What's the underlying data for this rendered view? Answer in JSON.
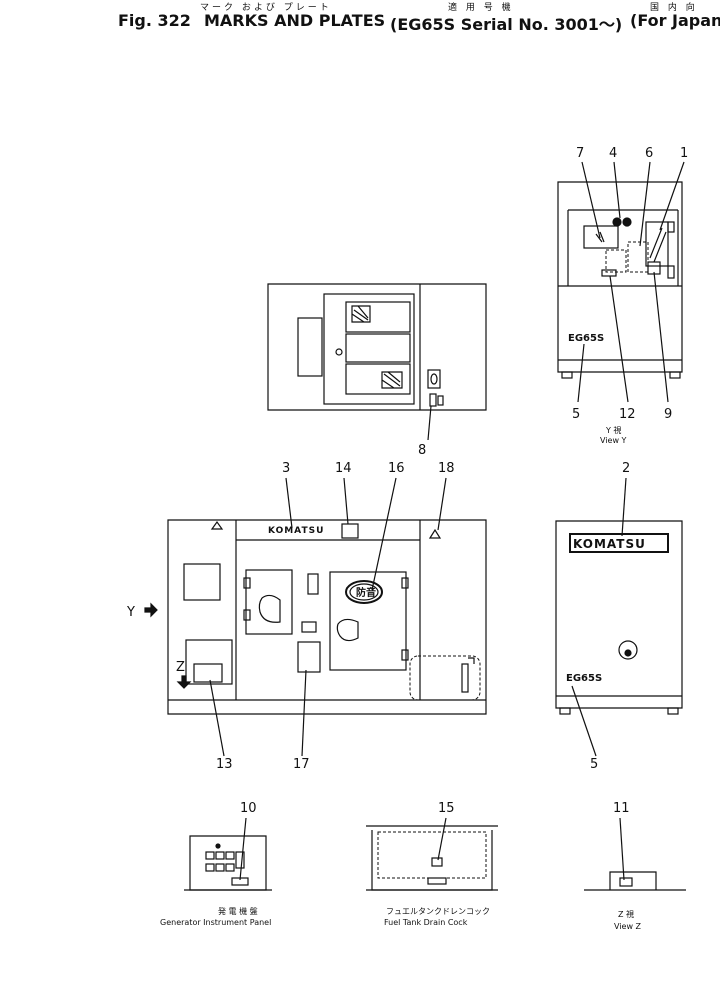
{
  "header": {
    "jp_title": "マーク および プレート",
    "jp_applicable": "適 用 号 機",
    "jp_market": "国 内 向",
    "fig_no": "Fig. 322",
    "title": "MARKS AND PLATES",
    "serial": "(EG65S Serial No. 3001～)",
    "market": "(For Japan)"
  },
  "plates": {
    "komatsu": "KOMATSU",
    "model": "EG65S",
    "kanji_mark": "防音"
  },
  "view_y": {
    "jp": "Y 視",
    "en": "View Y"
  },
  "view_z": {
    "jp": "Z 視",
    "en": "View Z"
  },
  "instrument_panel": {
    "jp": "発 電 機 盤",
    "en": "Generator Instrument Panel"
  },
  "drain_cock": {
    "jp": "フュエルタンクドレンコック",
    "en": "Fuel Tank Drain Cock"
  },
  "view_markers": {
    "y": "Y",
    "z": "Z"
  },
  "callouts": {
    "c1": "1",
    "c2": "2",
    "c3": "3",
    "c4": "4",
    "c5a": "5",
    "c5b": "5",
    "c6": "6",
    "c7": "7",
    "c8": "8",
    "c9": "9",
    "c10": "10",
    "c11": "11",
    "c12": "12",
    "c13": "13",
    "c14": "14",
    "c15": "15",
    "c16": "16",
    "c17": "17",
    "c18": "18"
  }
}
